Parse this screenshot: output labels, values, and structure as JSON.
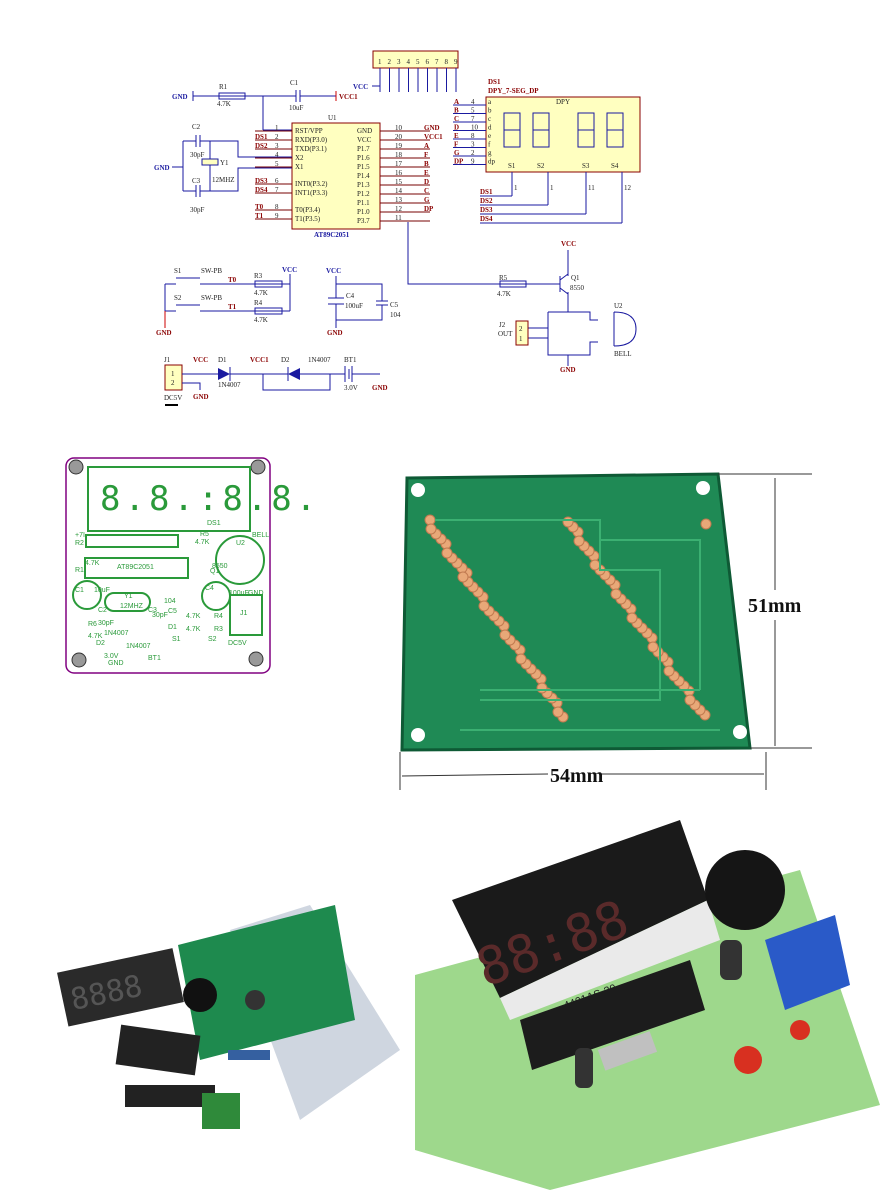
{
  "schematic": {
    "top": {
      "gnd": "GND",
      "r1": "R1",
      "r1_val": "4.7K",
      "c1": "C1",
      "c1_val": "10uF",
      "vcc1": "VCC1",
      "vcc": "VCC",
      "connector_pins": [
        "1",
        "2",
        "3",
        "4",
        "5",
        "6",
        "7",
        "8",
        "9"
      ]
    },
    "mcu": {
      "ref": "U1",
      "part": "AT89C2051",
      "left_pins": [
        {
          "num": "1",
          "name": "RST/VPP",
          "net": ""
        },
        {
          "num": "2",
          "name": "RXD(P3.0)",
          "net": "DS1"
        },
        {
          "num": "3",
          "name": "TXD(P3.1)",
          "net": "DS2"
        },
        {
          "num": "4",
          "name": "X2",
          "net": ""
        },
        {
          "num": "5",
          "name": "X1",
          "net": ""
        },
        {
          "num": "6",
          "name": "INT0(P3.2)",
          "net": "DS3"
        },
        {
          "num": "7",
          "name": "INT1(P3.3)",
          "net": "DS4"
        },
        {
          "num": "8",
          "name": "T0(P3.4)",
          "net": "T0"
        },
        {
          "num": "9",
          "name": "T1(P3.5)",
          "net": "T1"
        }
      ],
      "right_pins": [
        {
          "num": "10",
          "name": "GND",
          "net": "GND"
        },
        {
          "num": "20",
          "name": "VCC",
          "net": "VCC1"
        },
        {
          "num": "19",
          "name": "P1.7",
          "net": "A"
        },
        {
          "num": "18",
          "name": "P1.6",
          "net": "F"
        },
        {
          "num": "17",
          "name": "P1.5",
          "net": "B"
        },
        {
          "num": "16",
          "name": "P1.4",
          "net": "E"
        },
        {
          "num": "15",
          "name": "P1.3",
          "net": "D"
        },
        {
          "num": "14",
          "name": "P1.2",
          "net": "C"
        },
        {
          "num": "13",
          "name": "P1.1",
          "net": "G"
        },
        {
          "num": "12",
          "name": "P1.0",
          "net": "DP"
        },
        {
          "num": "11",
          "name": "P3.7",
          "net": ""
        }
      ]
    },
    "crystal": {
      "c2": "C2",
      "c2_val": "30pF",
      "c3": "C3",
      "c3_val": "30pF",
      "y1": "Y1",
      "y1_val": "12MHZ",
      "gnd": "GND"
    },
    "display": {
      "ref": "DS1",
      "part": "DPY_7-SEG_DP",
      "title": "DPY",
      "pins": [
        {
          "net": "A",
          "num": "4",
          "seg": "a"
        },
        {
          "net": "B",
          "num": "5",
          "seg": "b"
        },
        {
          "net": "C",
          "num": "7",
          "seg": "c"
        },
        {
          "net": "D",
          "num": "10",
          "seg": "d"
        },
        {
          "net": "E",
          "num": "8",
          "seg": "e"
        },
        {
          "net": "F",
          "num": "3",
          "seg": "f"
        },
        {
          "net": "G",
          "num": "2",
          "seg": "g"
        },
        {
          "net": "DP",
          "num": "9",
          "seg": "dp"
        }
      ],
      "digits": [
        "S1",
        "S2",
        "S3",
        "S4"
      ],
      "digit_pins": [
        "1",
        "1",
        "11",
        "12"
      ],
      "nets": [
        "DS1",
        "DS2",
        "DS3",
        "DS4"
      ]
    },
    "switches": {
      "s1": "S1",
      "s2": "S2",
      "type": "SW-PB",
      "t0": "T0",
      "t1": "T1",
      "r3": "R3",
      "r4": "R4",
      "r_val": "4.7K",
      "vcc": "VCC",
      "gnd": "GND"
    },
    "decoupling": {
      "vcc": "VCC",
      "c4": "C4",
      "c4_val": "100uF",
      "c5": "C5",
      "c5_val": "104",
      "gnd": "GND"
    },
    "buzzer": {
      "r5": "R5",
      "r5_val": "4.7K",
      "q1": "Q1",
      "q1_part": "8550",
      "vcc": "VCC",
      "u2": "U2",
      "bell": "BELL",
      "j2": "J2",
      "out": "OUT",
      "gnd": "GND",
      "j2_pins": [
        "2",
        "1"
      ]
    },
    "power": {
      "j1": "J1",
      "j1_pins": [
        "1",
        "2"
      ],
      "dc5v": "DC5V",
      "vcc": "VCC",
      "gnd": "GND",
      "d1": "D1",
      "d1_part": "1N4007",
      "vcc1": "VCC1",
      "d2": "D2",
      "d2_part": "1N4007",
      "bt1": "BT1",
      "bt1_val": "3.0V",
      "gnd2": "GND"
    }
  },
  "pcb_layout": {
    "labels": [
      "DS1",
      "+7I",
      "R2",
      "R1",
      "4.7K",
      "R5",
      "4.7K",
      "U2",
      "BELL",
      "AT89C2051",
      "Q1",
      "8550",
      "C4",
      "100uF",
      "GND",
      "C1",
      "10uF",
      "Y1",
      "12MHZ",
      "104",
      "C2",
      "C3",
      "30pF",
      "30pF",
      "C5",
      "D1",
      "4.7K",
      "R4",
      "4.7K",
      "R3",
      "R6",
      "4.7K",
      "1N4007",
      "D2",
      "1N4007",
      "S1",
      "S2",
      "DC5V",
      "3.0V",
      "GND",
      "BT1",
      "J1"
    ]
  },
  "bare_pcb": {
    "height_label": "51mm",
    "width_label": "54mm"
  },
  "assembled_photo": {
    "display_part": "4401AS-30"
  },
  "colors": {
    "wire": "#1a1aa0",
    "net_label": "#8a0000",
    "power_wire": "#cc0000",
    "component_fill": "#ffffc0",
    "pcb_green": "#2a9a3a",
    "pcb_board": "#1f8a55",
    "silk_bg": "#ffffff",
    "board_outline": "#800080"
  }
}
